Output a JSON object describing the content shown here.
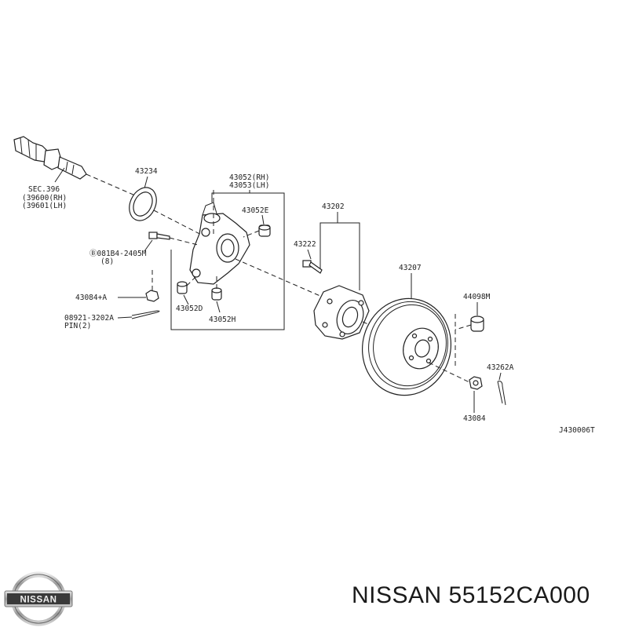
{
  "labels": {
    "sec": "SEC.396",
    "sec_rh": "(39600(RH)",
    "sec_lh": "(39601(LH)",
    "p43234": "43234",
    "p43052rh": "43052(RH)",
    "p43053lh": "43053(LH)",
    "p43052e": "43052E",
    "bolt": "Ⓑ081B4-2405M",
    "bolt_qty": "(8)",
    "p43084a": "43084+A",
    "pin_part": "08921-3202A",
    "pin_qty": "PIN(2)",
    "p43052d": "43052D",
    "p43052h": "43052H",
    "p43202": "43202",
    "p43222": "43222",
    "p43207": "43207",
    "p44098m": "44098M",
    "p43262a": "43262A",
    "p43084": "43084",
    "ref": "J430006T"
  },
  "logo_text": "NISSAN",
  "footer_title": "NISSAN 55152CA000"
}
